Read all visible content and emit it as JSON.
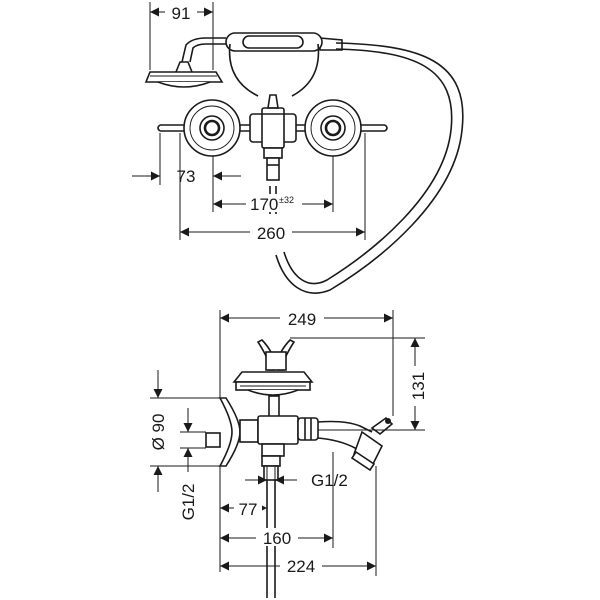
{
  "top_view": {
    "dim_width_handshower": "91",
    "dim_offset": "73",
    "dim_centers": "170",
    "dim_centers_tolerance": "±32",
    "dim_total_width": "260"
  },
  "side_view": {
    "dim_depth": "249",
    "dim_height": "131",
    "dim_rosette_diameter": "Ø 90",
    "dim_thread_left": "G1/2",
    "dim_thread_outlet": "G1/2",
    "dim_outlet_offset": "77",
    "dim_spout_160": "160",
    "dim_spout_224": "224"
  }
}
